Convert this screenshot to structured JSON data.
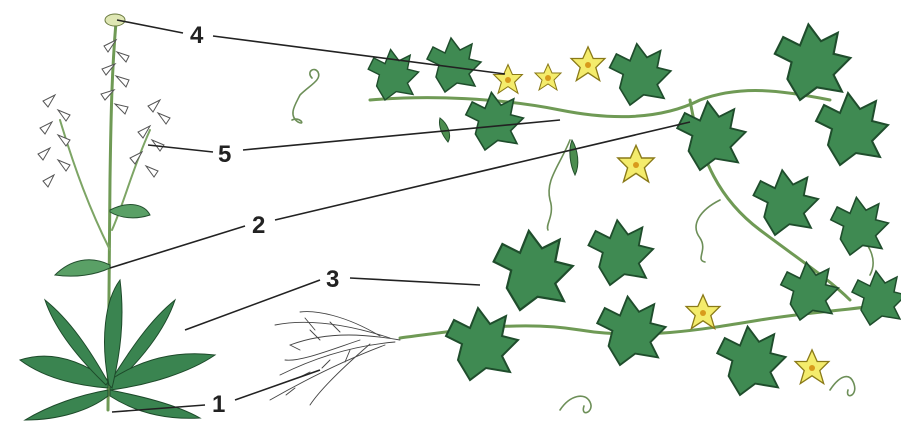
{
  "labels": {
    "one": "1",
    "two": "2",
    "three": "3",
    "four": "4",
    "five": "5"
  },
  "colors": {
    "leaf": "#3f8a52",
    "flower": "#f4ec6c",
    "stem": "#6f9a55",
    "background": "#ffffff"
  }
}
